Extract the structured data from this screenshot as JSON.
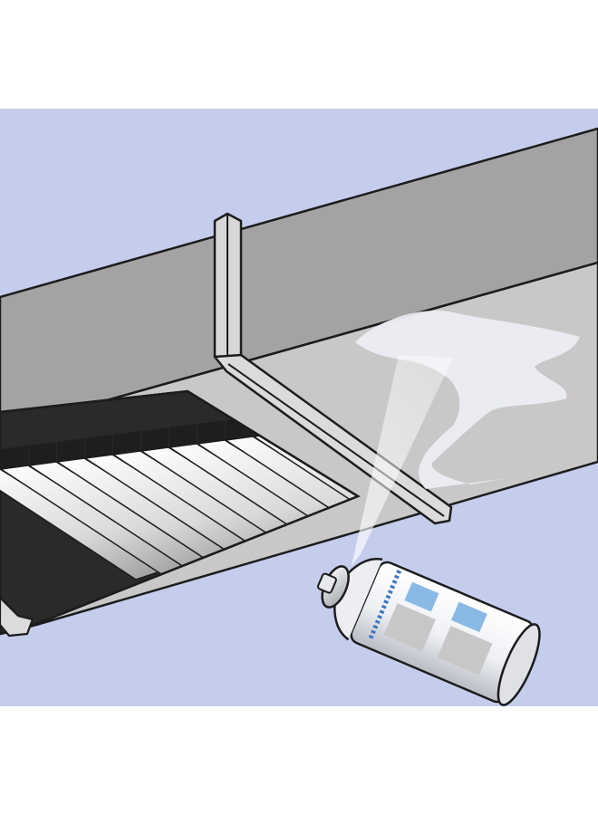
{
  "illustration": {
    "subject": "aerosol-spray-cleaning-ceiling-air-duct-vent",
    "colors": {
      "page_background": "#ffffff",
      "sky_background": "#c4cdec",
      "duct_side": "#a5a2a3",
      "duct_bottom": "#c9c7c8",
      "outline": "#1c1c1c",
      "louver_light": "#f1f1f1",
      "louver_dark": "#1e1e1e",
      "spray_mist": "#e8eaf0",
      "can_body": "#f4f4f6",
      "can_label_blue": "#8ab9e6",
      "can_label_gray": "#c7c7c7",
      "can_stripe_dots": "#3b77c4"
    },
    "icons": [
      "air-duct",
      "vent-grille",
      "spray-can",
      "spray-mist"
    ]
  }
}
